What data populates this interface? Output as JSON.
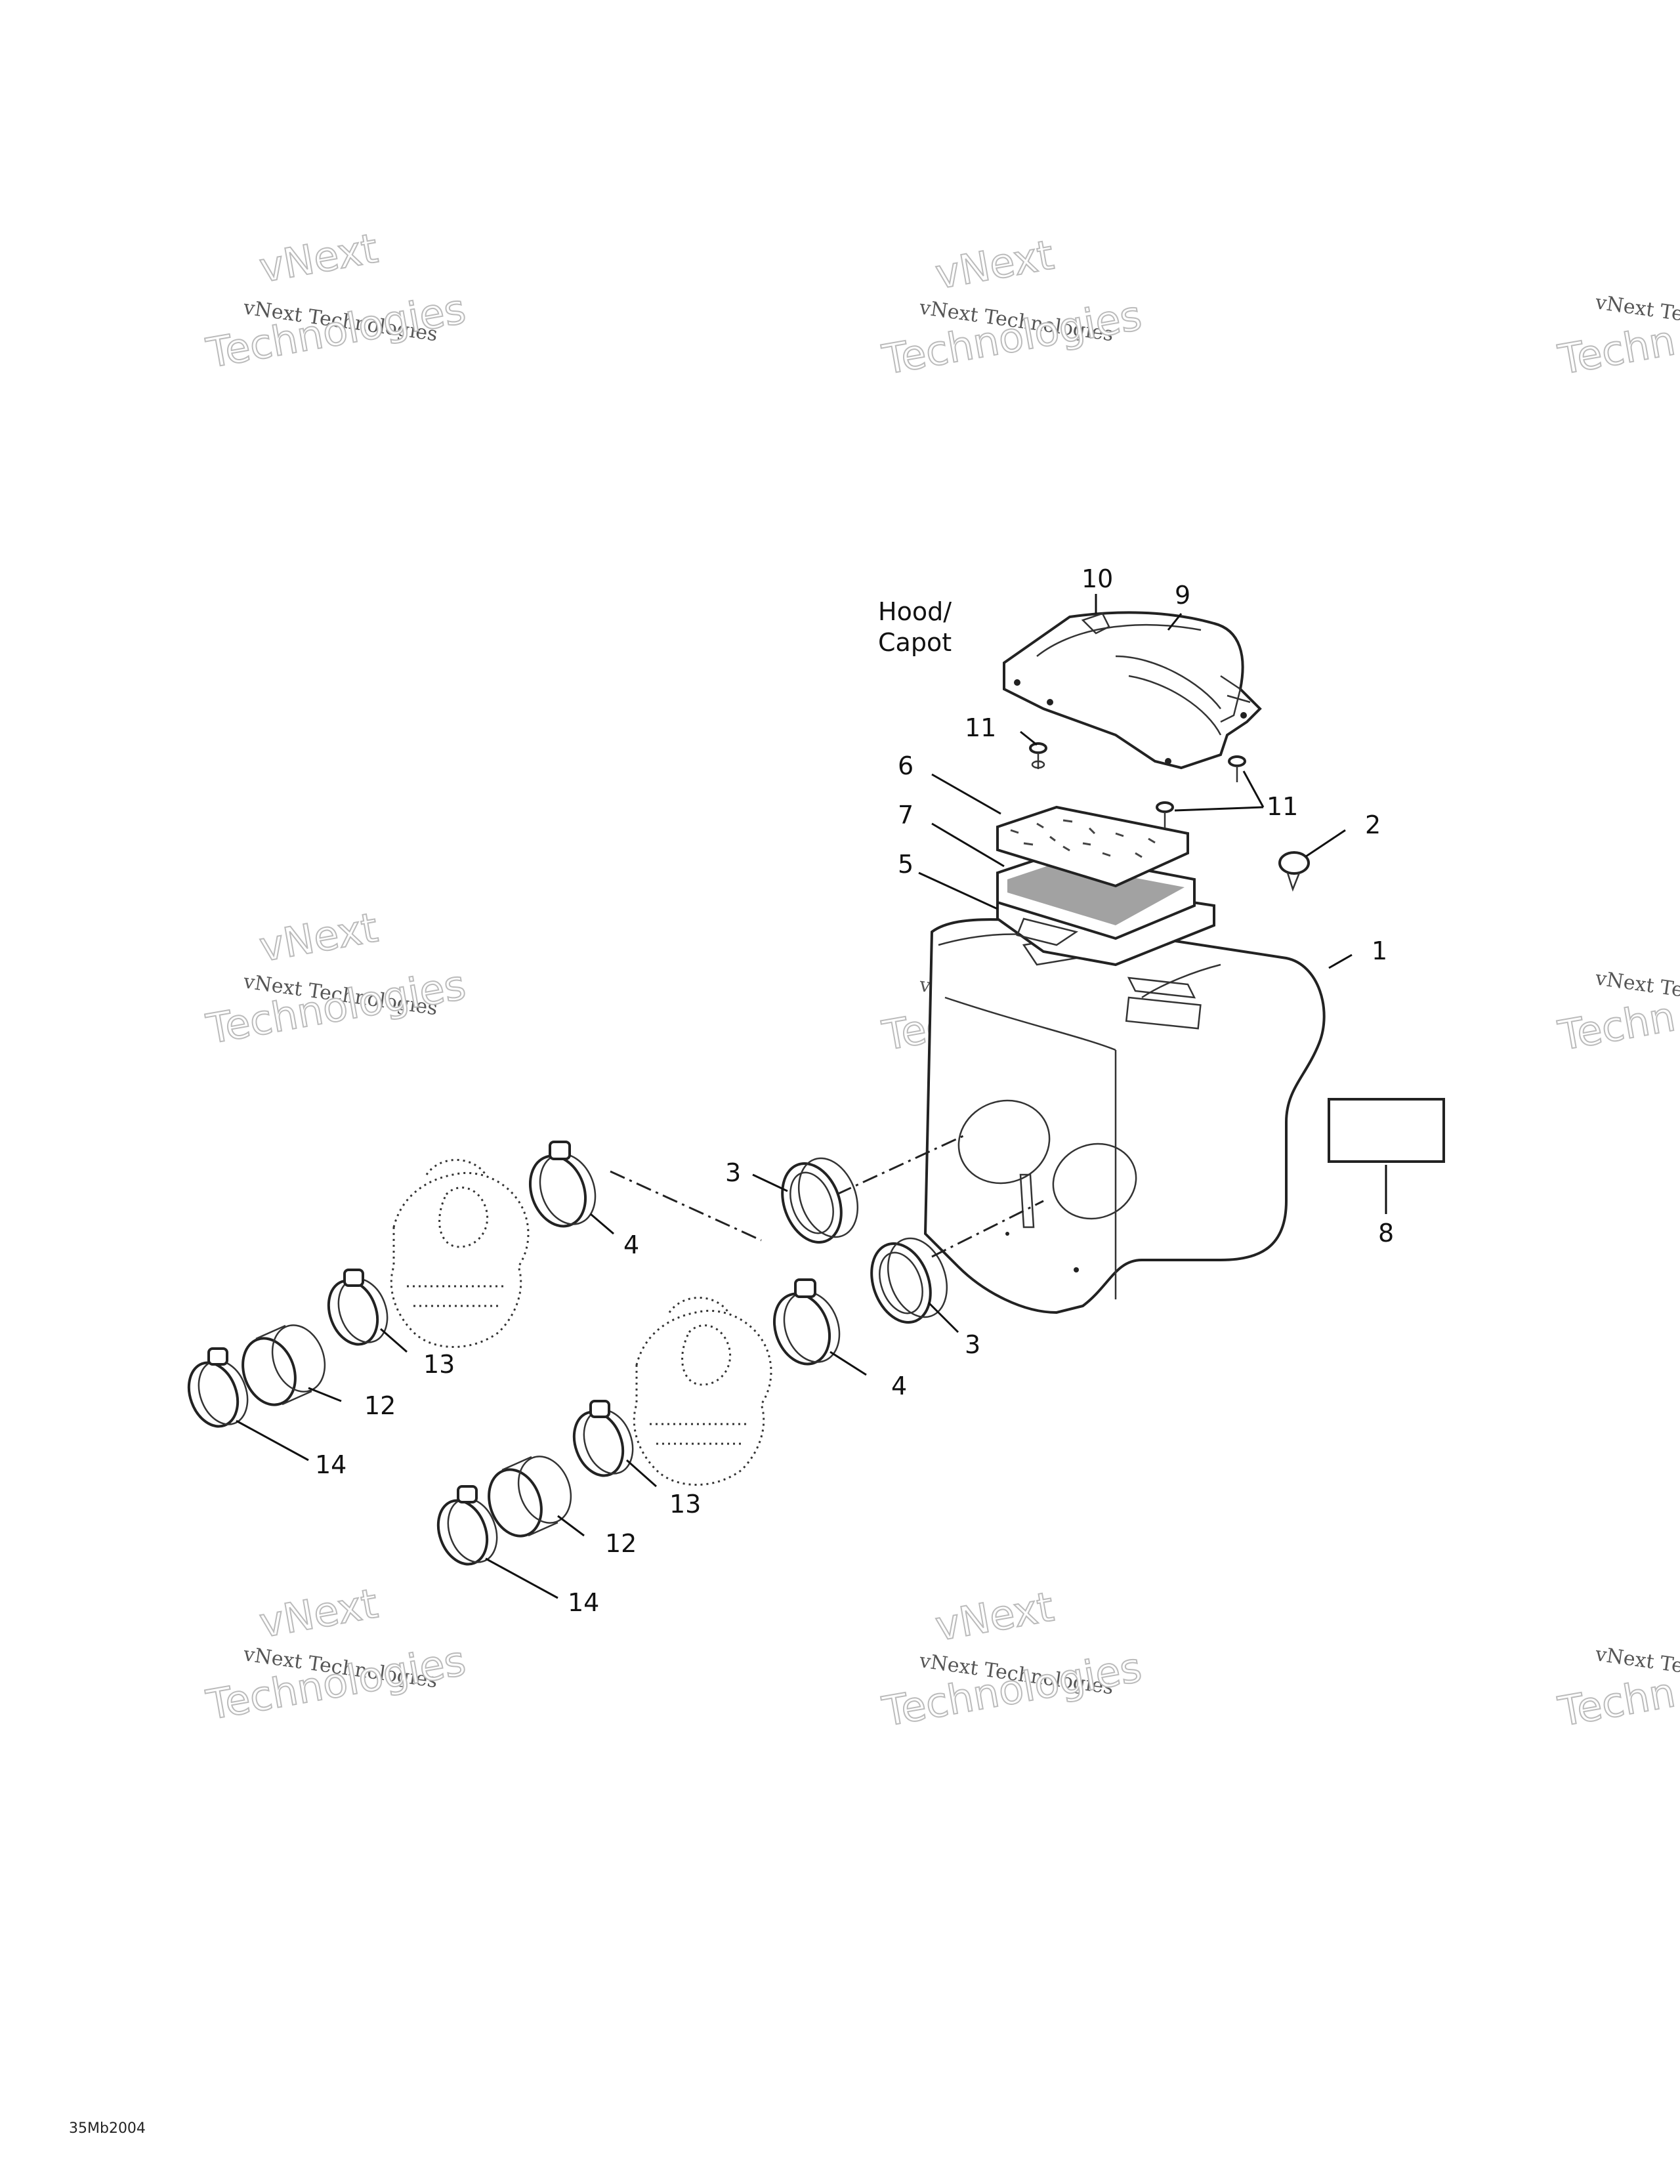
{
  "watermark": {
    "line1": "vNext",
    "line2": "vNext Technologies",
    "line3": "Technologies",
    "clipped_line2": "vNext Te",
    "clipped_line3": "Techn"
  },
  "callouts": {
    "c1": "1",
    "c2": "2",
    "c3a": "3",
    "c3b": "3",
    "c4a": "4",
    "c4b": "4",
    "c5": "5",
    "c6": "6",
    "c7": "7",
    "c8": "8",
    "c9": "9",
    "c10": "10",
    "c11a": "11",
    "c11b": "11",
    "c12a": "12",
    "c12b": "12",
    "c13a": "13",
    "c13b": "13",
    "c14a": "14",
    "c14b": "14",
    "hood_line1": "Hood/",
    "hood_line2": "Capot"
  },
  "drawing_code": "35Mb2004"
}
